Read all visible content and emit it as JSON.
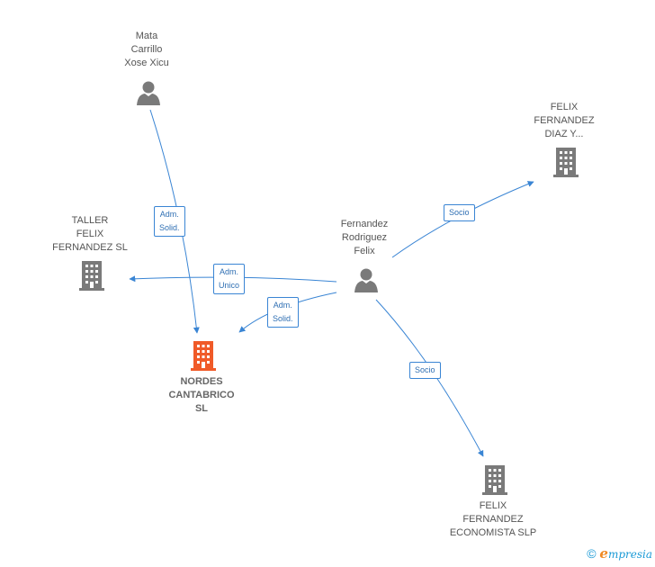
{
  "nodes": {
    "mata": {
      "lines": [
        "Mata",
        "Carrillo",
        "Xose Xicu"
      ],
      "type": "person"
    },
    "fernandez": {
      "lines": [
        "Fernandez",
        "Rodriguez",
        "Felix"
      ],
      "type": "person"
    },
    "felix_diaz": {
      "lines": [
        "FELIX",
        "FERNANDEZ",
        "DIAZ Y..."
      ],
      "type": "company"
    },
    "taller": {
      "lines": [
        "TALLER",
        "FELIX",
        "FERNANDEZ SL"
      ],
      "type": "company"
    },
    "nordes": {
      "lines": [
        "NORDES",
        "CANTABRICO",
        "SL"
      ],
      "type": "company-focus"
    },
    "felix_economista": {
      "lines": [
        "FELIX",
        "FERNANDEZ",
        "ECONOMISTA SLP"
      ],
      "type": "company"
    }
  },
  "edges": {
    "mata_nordes": {
      "lines": [
        "Adm.",
        "Solid."
      ]
    },
    "fernandez_taller": {
      "lines": [
        "Adm.",
        "Unico"
      ]
    },
    "fernandez_nordes": {
      "lines": [
        "Adm.",
        "Solid."
      ]
    },
    "fernandez_felixdiaz": {
      "lines": [
        "Socio"
      ]
    },
    "fernandez_economista": {
      "lines": [
        "Socio"
      ]
    }
  },
  "colors": {
    "edge": "#3a85d4",
    "node_icon": "#7a7a7a",
    "focus_icon": "#f05a28"
  },
  "footer": {
    "copyright": "©",
    "brand_e": "e",
    "brand_rest": "mpresia"
  }
}
